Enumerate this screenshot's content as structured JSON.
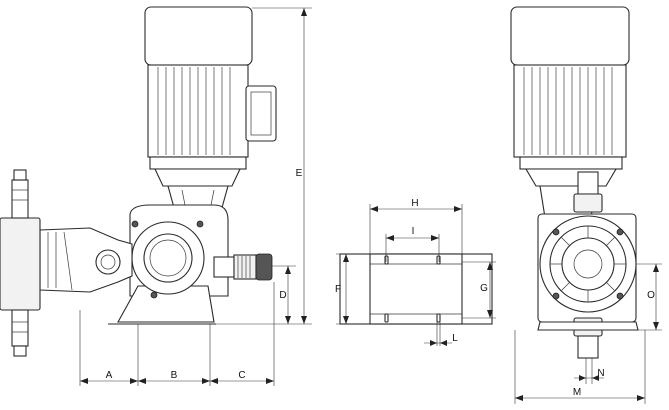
{
  "labels": {
    "A": "A",
    "B": "B",
    "C": "C",
    "D": "D",
    "E": "E",
    "F": "F",
    "G": "G",
    "H": "H",
    "I": "I",
    "L": "L",
    "M": "M",
    "N": "N",
    "O": "O"
  }
}
